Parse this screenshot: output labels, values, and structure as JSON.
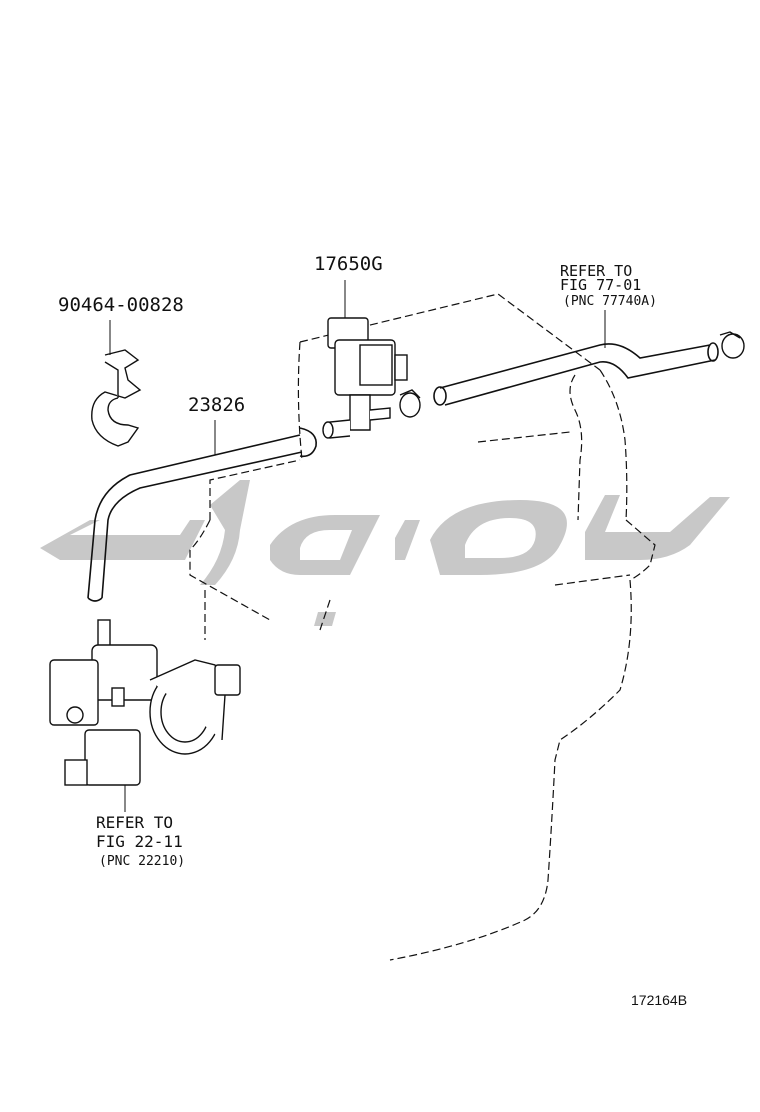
{
  "labels": {
    "part_17650G": "17650G",
    "part_90464": "90464-00828",
    "part_23826": "23826",
    "refer_top_line1": "REFER TO",
    "refer_top_line2": "FIG 77-01",
    "refer_top_line3": "(PNC 77740A)",
    "refer_bottom_line1": "REFER TO",
    "refer_bottom_line2": "FIG 22-11",
    "refer_bottom_line3": "(PNC 22210)",
    "illustration_id": "172164B"
  },
  "colors": {
    "line": "#111111",
    "watermark": "#c8c8c8",
    "background": "#ffffff"
  }
}
